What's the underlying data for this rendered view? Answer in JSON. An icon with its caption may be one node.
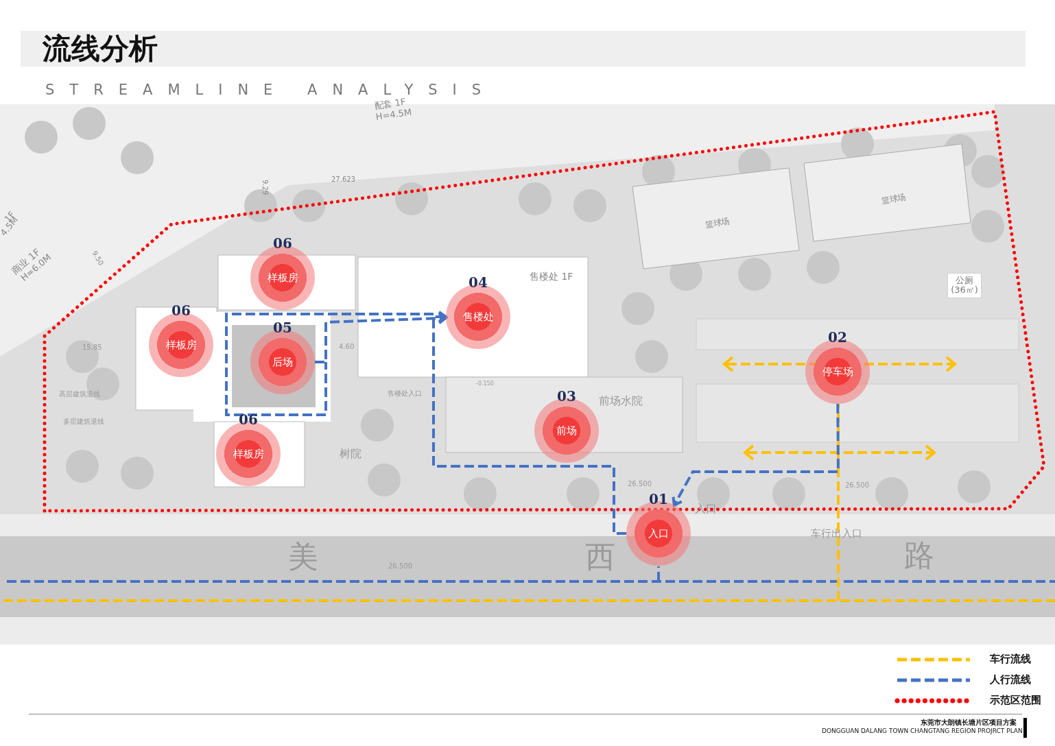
{
  "diagram": {
    "title": "流线分析",
    "nodes": [
      {
        "text": [
          "06",
          "样板房"
        ]
      },
      {
        "text": [
          "04",
          "售楼处"
        ]
      },
      {
        "text": [
          "06",
          "样板房"
        ]
      },
      {
        "text": [
          "02",
          "停车场"
        ]
      },
      {
        "text": [
          "05",
          "后场"
        ]
      },
      {
        "text": [
          "03",
          "前场"
        ],
        "beside": [
          "前场水院"
        ]
      },
      {
        "text": [
          "06",
          "样板房"
        ]
      },
      {
        "text": [
          "01",
          "入口"
        ],
        "beside": [
          "入口"
        ]
      }
    ],
    "edges": [
      {
        "from": 7,
        "to": 1,
        "arrow": "to",
        "style": "dashed"
      },
      {
        "from": 3,
        "to": 7,
        "arrow": "to",
        "style": "dashed"
      },
      {
        "from": 4,
        "to": 1,
        "arrow": "to",
        "style": "dashed"
      }
    ],
    "labels": [
      "STREAMLINE ANALYSIS",
      "配套 1F",
      "H=4.5M",
      "1F",
      "4.5M",
      "商业 1F",
      "H=6.0M",
      "27.623",
      "9.29",
      "9.50",
      "15.85",
      "高层建筑退线",
      "多层建筑退线",
      "4.60",
      "售楼处 1F",
      "售楼处入口",
      "-0.150",
      "树院",
      "篮球场",
      "篮球场",
      "公厕 (36㎡)",
      "26.500",
      "26.500",
      "26.500",
      "车行出入口",
      "美",
      "西",
      "路",
      "东莞市大朗镇长塘片区项目方案",
      "DONGGUAN DALANG TOWN CHANGTANG REGION PROJRCT PLAN"
    ],
    "legend": [
      {
        "text": "车行流线"
      },
      {
        "text": "人行流线"
      },
      {
        "text": "示范区范围"
      }
    ]
  }
}
